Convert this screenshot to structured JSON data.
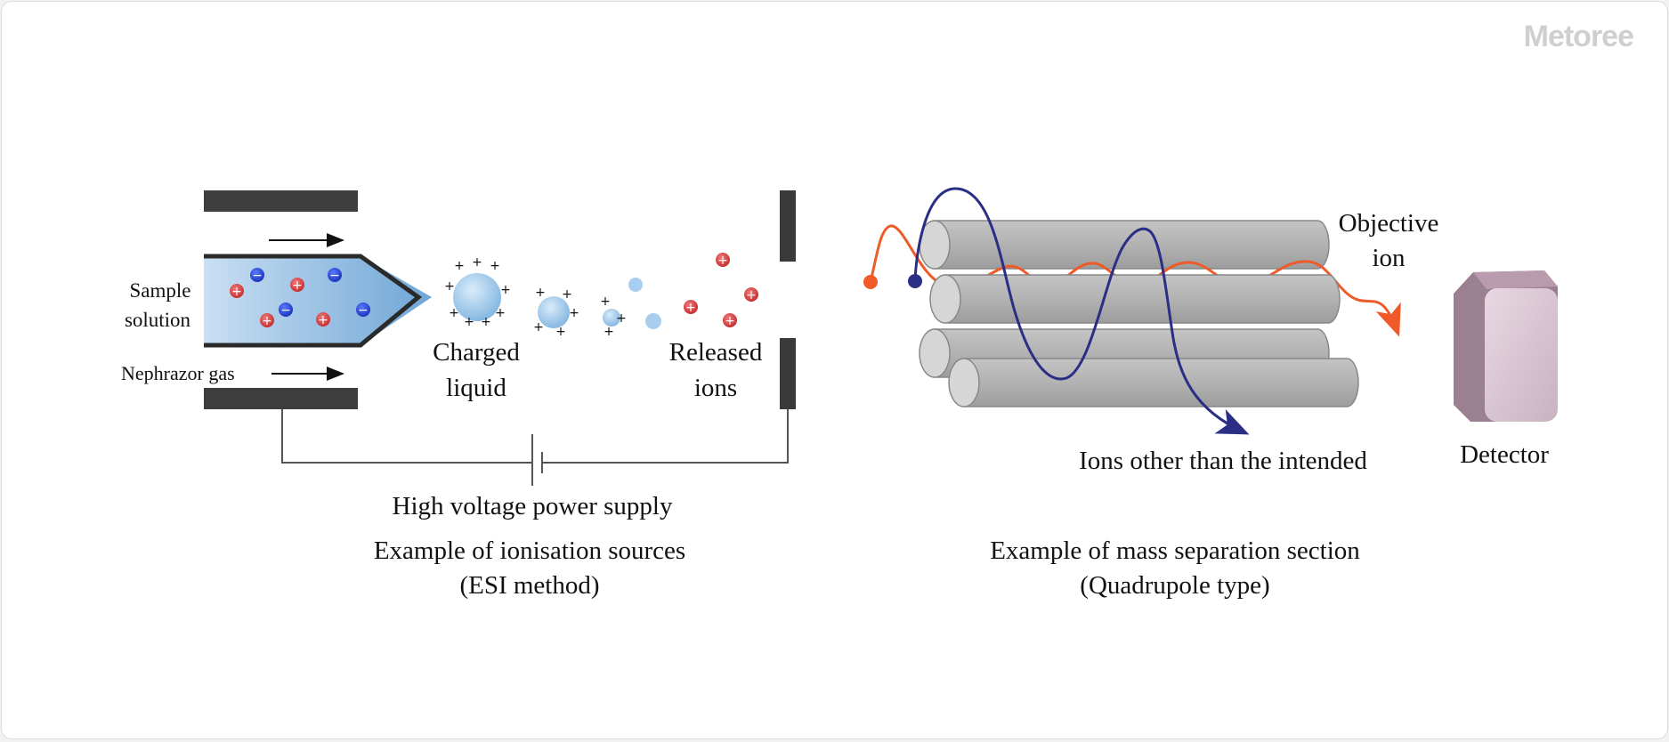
{
  "brand": {
    "logo_text": "Metoree"
  },
  "esi_section": {
    "sample_label_line1": "Sample",
    "sample_label_line2": "solution",
    "gas_label": "Nephrazor gas",
    "charged_label_line1": "Charged",
    "charged_label_line2": "liquid",
    "released_label_line1": "Released",
    "released_label_line2": "ions",
    "power_label": "High voltage power supply",
    "caption_line1": "Example of ionisation sources",
    "caption_line2": "(ESI method)"
  },
  "quadrupole_section": {
    "objective_label_line1": "Objective",
    "objective_label_line2": "ion",
    "other_ions_label": "Ions other than the intended",
    "detector_label": "Detector",
    "caption_line1": "Example of mass separation section",
    "caption_line2": "(Quadrupole type)"
  },
  "symbols": {
    "positive": "+",
    "negative": "−"
  },
  "colors": {
    "objective_path": "#f05a28",
    "other_ion_path": "#2a2f85",
    "positive_ion": "#d33a3a",
    "negative_ion": "#1f3fd0",
    "rod": "#b3b3b3",
    "electrode": "#3a3a3a",
    "detector": "#cdb7c6"
  }
}
